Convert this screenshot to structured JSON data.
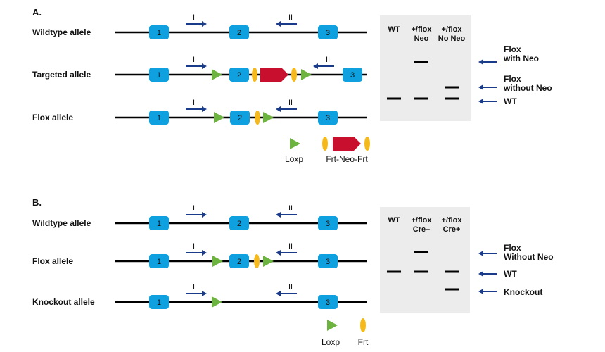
{
  "colors": {
    "exon": "#0fa0e0",
    "loxp": "#6db33f",
    "frt": "#f5b91b",
    "neo": "#c8102e",
    "primer": "#1a3a8a",
    "gel": "#ececec",
    "band": "#000000",
    "line": "#000000"
  },
  "panelA": {
    "label": "A.",
    "alleles": [
      {
        "name": "Wildtype allele",
        "elements": [
          {
            "type": "exon",
            "text": "1"
          },
          {
            "type": "primer",
            "dir": "right",
            "text": "I"
          },
          {
            "type": "exon",
            "text": "2"
          },
          {
            "type": "primer",
            "dir": "left",
            "text": "II"
          },
          {
            "type": "exon",
            "text": "3"
          }
        ]
      },
      {
        "name": "Targeted allele",
        "elements": [
          {
            "type": "exon",
            "text": "1"
          },
          {
            "type": "primer",
            "dir": "right",
            "text": "I"
          },
          {
            "type": "loxp"
          },
          {
            "type": "exon",
            "text": "2"
          },
          {
            "type": "frt"
          },
          {
            "type": "neo"
          },
          {
            "type": "frt"
          },
          {
            "type": "loxp"
          },
          {
            "type": "primer",
            "dir": "left",
            "text": "II"
          },
          {
            "type": "exon",
            "text": "3"
          }
        ]
      },
      {
        "name": "Flox allele",
        "elements": [
          {
            "type": "exon",
            "text": "1"
          },
          {
            "type": "primer",
            "dir": "right",
            "text": "I"
          },
          {
            "type": "loxp"
          },
          {
            "type": "exon",
            "text": "2"
          },
          {
            "type": "frt"
          },
          {
            "type": "loxp"
          },
          {
            "type": "primer",
            "dir": "left",
            "text": "II"
          },
          {
            "type": "exon",
            "text": "3"
          }
        ]
      }
    ],
    "legend": [
      {
        "symbol": "loxp",
        "label": "Loxp"
      },
      {
        "symbol": "frt-neo-frt",
        "label": "Frt-Neo-Frt"
      }
    ],
    "gel": {
      "lanes": [
        {
          "header": [
            "WT"
          ],
          "bands": [
            "wt"
          ]
        },
        {
          "header": [
            "+/flox",
            "Neo"
          ],
          "bands": [
            "upper",
            "wt"
          ]
        },
        {
          "header": [
            "+/flox",
            "No Neo"
          ],
          "bands": [
            "mid",
            "wt"
          ]
        }
      ],
      "markers": [
        {
          "key": "upper",
          "label": [
            "Flox",
            "with Neo"
          ]
        },
        {
          "key": "mid",
          "label": [
            "Flox",
            "without Neo"
          ]
        },
        {
          "key": "wt",
          "label": [
            "WT"
          ]
        }
      ]
    }
  },
  "panelB": {
    "label": "B.",
    "alleles": [
      {
        "name": "Wildtype allele",
        "elements": [
          {
            "type": "exon",
            "text": "1"
          },
          {
            "type": "primer",
            "dir": "right",
            "text": "I"
          },
          {
            "type": "exon",
            "text": "2"
          },
          {
            "type": "primer",
            "dir": "left",
            "text": "II"
          },
          {
            "type": "exon",
            "text": "3"
          }
        ]
      },
      {
        "name": "Flox allele",
        "elements": [
          {
            "type": "exon",
            "text": "1"
          },
          {
            "type": "primer",
            "dir": "right",
            "text": "I"
          },
          {
            "type": "loxp"
          },
          {
            "type": "exon",
            "text": "2"
          },
          {
            "type": "frt"
          },
          {
            "type": "loxp"
          },
          {
            "type": "primer",
            "dir": "left",
            "text": "II"
          },
          {
            "type": "exon",
            "text": "3"
          }
        ]
      },
      {
        "name": "Knockout allele",
        "elements": [
          {
            "type": "exon",
            "text": "1"
          },
          {
            "type": "primer",
            "dir": "right",
            "text": "I"
          },
          {
            "type": "loxp"
          },
          {
            "type": "primer",
            "dir": "left",
            "text": "II"
          },
          {
            "type": "exon",
            "text": "3"
          }
        ]
      }
    ],
    "legend": [
      {
        "symbol": "loxp",
        "label": "Loxp"
      },
      {
        "symbol": "frt",
        "label": "Frt"
      }
    ],
    "gel": {
      "lanes": [
        {
          "header": [
            "WT"
          ],
          "bands": [
            "wt"
          ]
        },
        {
          "header": [
            "+/flox",
            "Cre–"
          ],
          "bands": [
            "upper",
            "wt"
          ]
        },
        {
          "header": [
            "+/flox",
            "Cre+"
          ],
          "bands": [
            "wt",
            "lower"
          ]
        }
      ],
      "markers": [
        {
          "key": "upper",
          "label": [
            "Flox",
            "Without Neo"
          ]
        },
        {
          "key": "wt",
          "label": [
            "WT"
          ]
        },
        {
          "key": "lower",
          "label": [
            "Knockout"
          ]
        }
      ]
    }
  }
}
